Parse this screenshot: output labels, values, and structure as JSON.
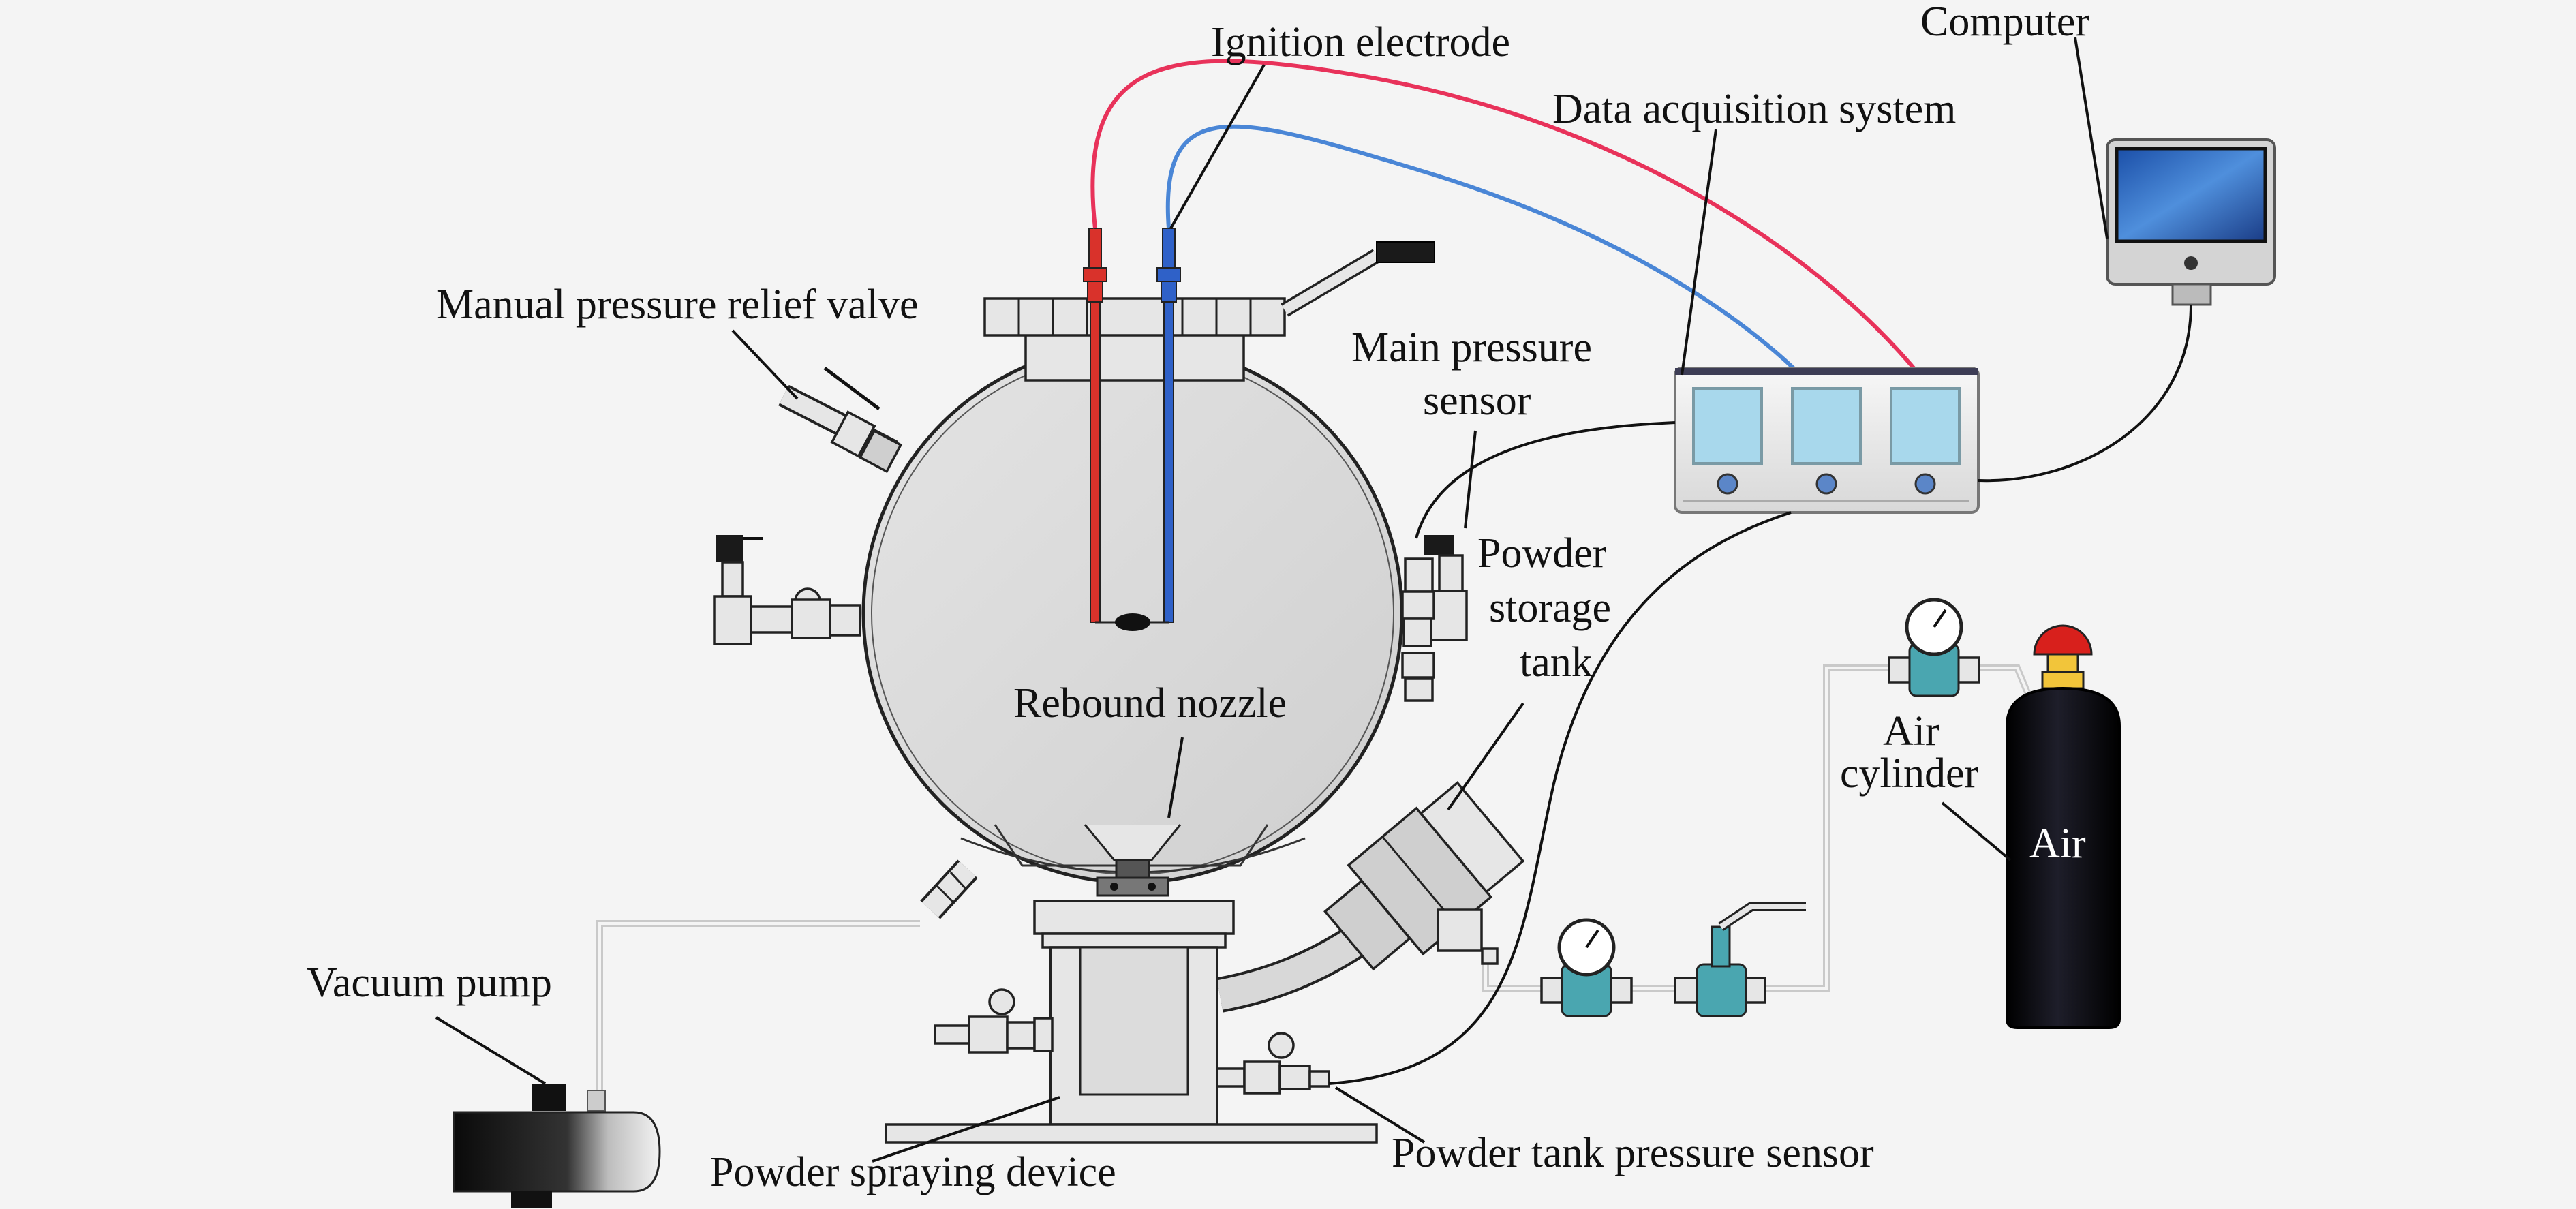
{
  "labels": {
    "ignition_electrode": "Ignition electrode",
    "computer": "Computer",
    "data_acquisition": "Data acquisition system",
    "manual_relief_valve": "Manual pressure relief valve",
    "main_sensor_line1": "Main pressure",
    "main_sensor_line2": "sensor",
    "storage_line1": "Powder",
    "storage_line2": "storage",
    "storage_line3": "tank",
    "rebound_nozzle": "Rebound nozzle",
    "air_cyl_line1": "Air",
    "air_cyl_line2": "cylinder",
    "air": "Air",
    "vacuum_pump": "Vacuum pump",
    "spraying_device": "Powder spraying device",
    "tank_sensor": "Powder tank pressure sensor"
  },
  "colors": {
    "red_wire": "#e8325a",
    "blue_wire": "#4a86d6",
    "red_electrode": "#d9322b",
    "blue_electrode": "#2f61c8",
    "screen": "#a8d8ec",
    "cylinder": "#0d0d12",
    "cap_red": "#d8201c",
    "cap_yellow": "#f2c53a"
  }
}
